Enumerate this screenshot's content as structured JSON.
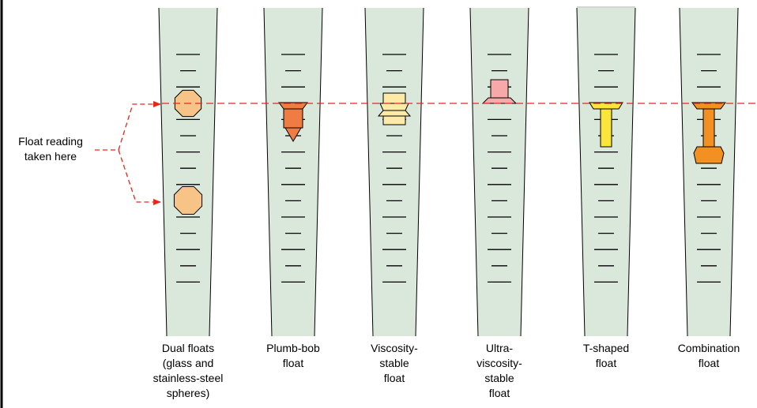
{
  "annotation": {
    "lines": [
      "Float reading",
      "taken here"
    ]
  },
  "tubes": [
    {
      "id": "dual",
      "caption": [
        "Dual floats",
        "(glass and",
        "stainless-steel",
        "spheres)"
      ],
      "float_icon": "two-sphere-floats",
      "float_color": "#f8c387"
    },
    {
      "id": "plumb-bob",
      "caption": [
        "Plumb-bob",
        "float"
      ],
      "float_icon": "plumb-bob-float",
      "float_color": "#ee7c43"
    },
    {
      "id": "viscosity-stable",
      "caption": [
        "Viscosity-",
        "stable",
        "float"
      ],
      "float_icon": "viscosity-stable-float",
      "float_color": "#fdeaa6"
    },
    {
      "id": "ultra-viscosity-stable",
      "caption": [
        "Ultra-",
        "viscosity-",
        "stable",
        "float"
      ],
      "float_icon": "ultra-viscosity-stable-float",
      "float_color": "#f6a9a8"
    },
    {
      "id": "t-shaped",
      "caption": [
        "T-shaped",
        "float"
      ],
      "float_icon": "t-shaped-float",
      "float_color": "#fbe53a"
    },
    {
      "id": "combination",
      "caption": [
        "Combination",
        "float"
      ],
      "float_icon": "combination-float",
      "float_color": "#f29022"
    }
  ],
  "colors": {
    "tube_fill": "#d9e8db",
    "tube_stroke": "#000000",
    "reading_line": "#e8271c"
  }
}
